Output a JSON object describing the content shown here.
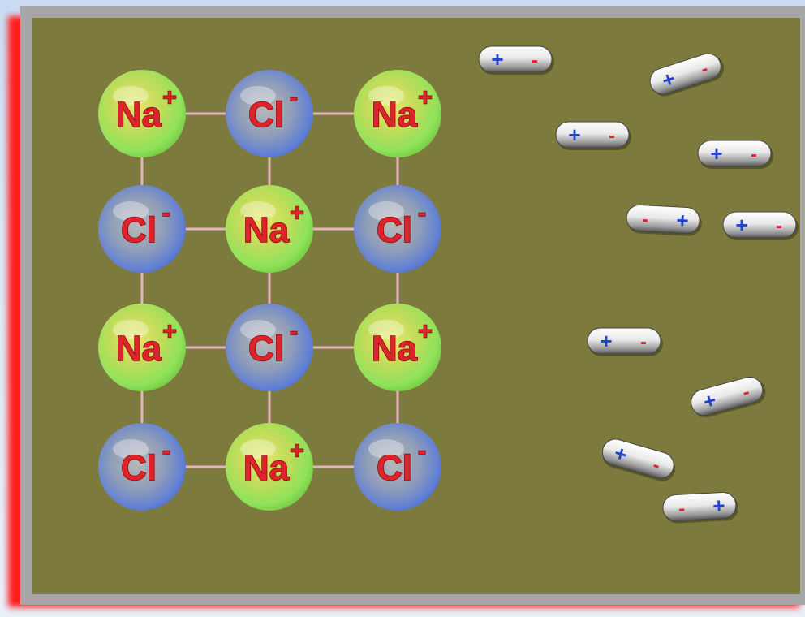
{
  "colors": {
    "background": "#7d7a3d",
    "frame": "#a7a7a7",
    "shadow_frame": "#ff1a1a",
    "bond": "#e6b3c3",
    "na_ion": "#8fe25b",
    "cl_ion": "#5f7fd6",
    "ion_text": "#e0222a",
    "dipole_positive": "#2244cc",
    "dipole_negative": "#dd2233"
  },
  "lattice": {
    "rows": [
      [
        "Na",
        "Cl",
        "Na"
      ],
      [
        "Cl",
        "Na",
        "Cl"
      ],
      [
        "Na",
        "Cl",
        "Na"
      ],
      [
        "Cl",
        "Na",
        "Cl"
      ]
    ],
    "labels": {
      "Na": {
        "symbol": "Na",
        "charge": "+"
      },
      "Cl": {
        "symbol": "Cl",
        "charge": "-"
      }
    }
  },
  "water_dipoles": {
    "positive_symbol": "+",
    "negative_symbol": "-",
    "count": 10
  }
}
